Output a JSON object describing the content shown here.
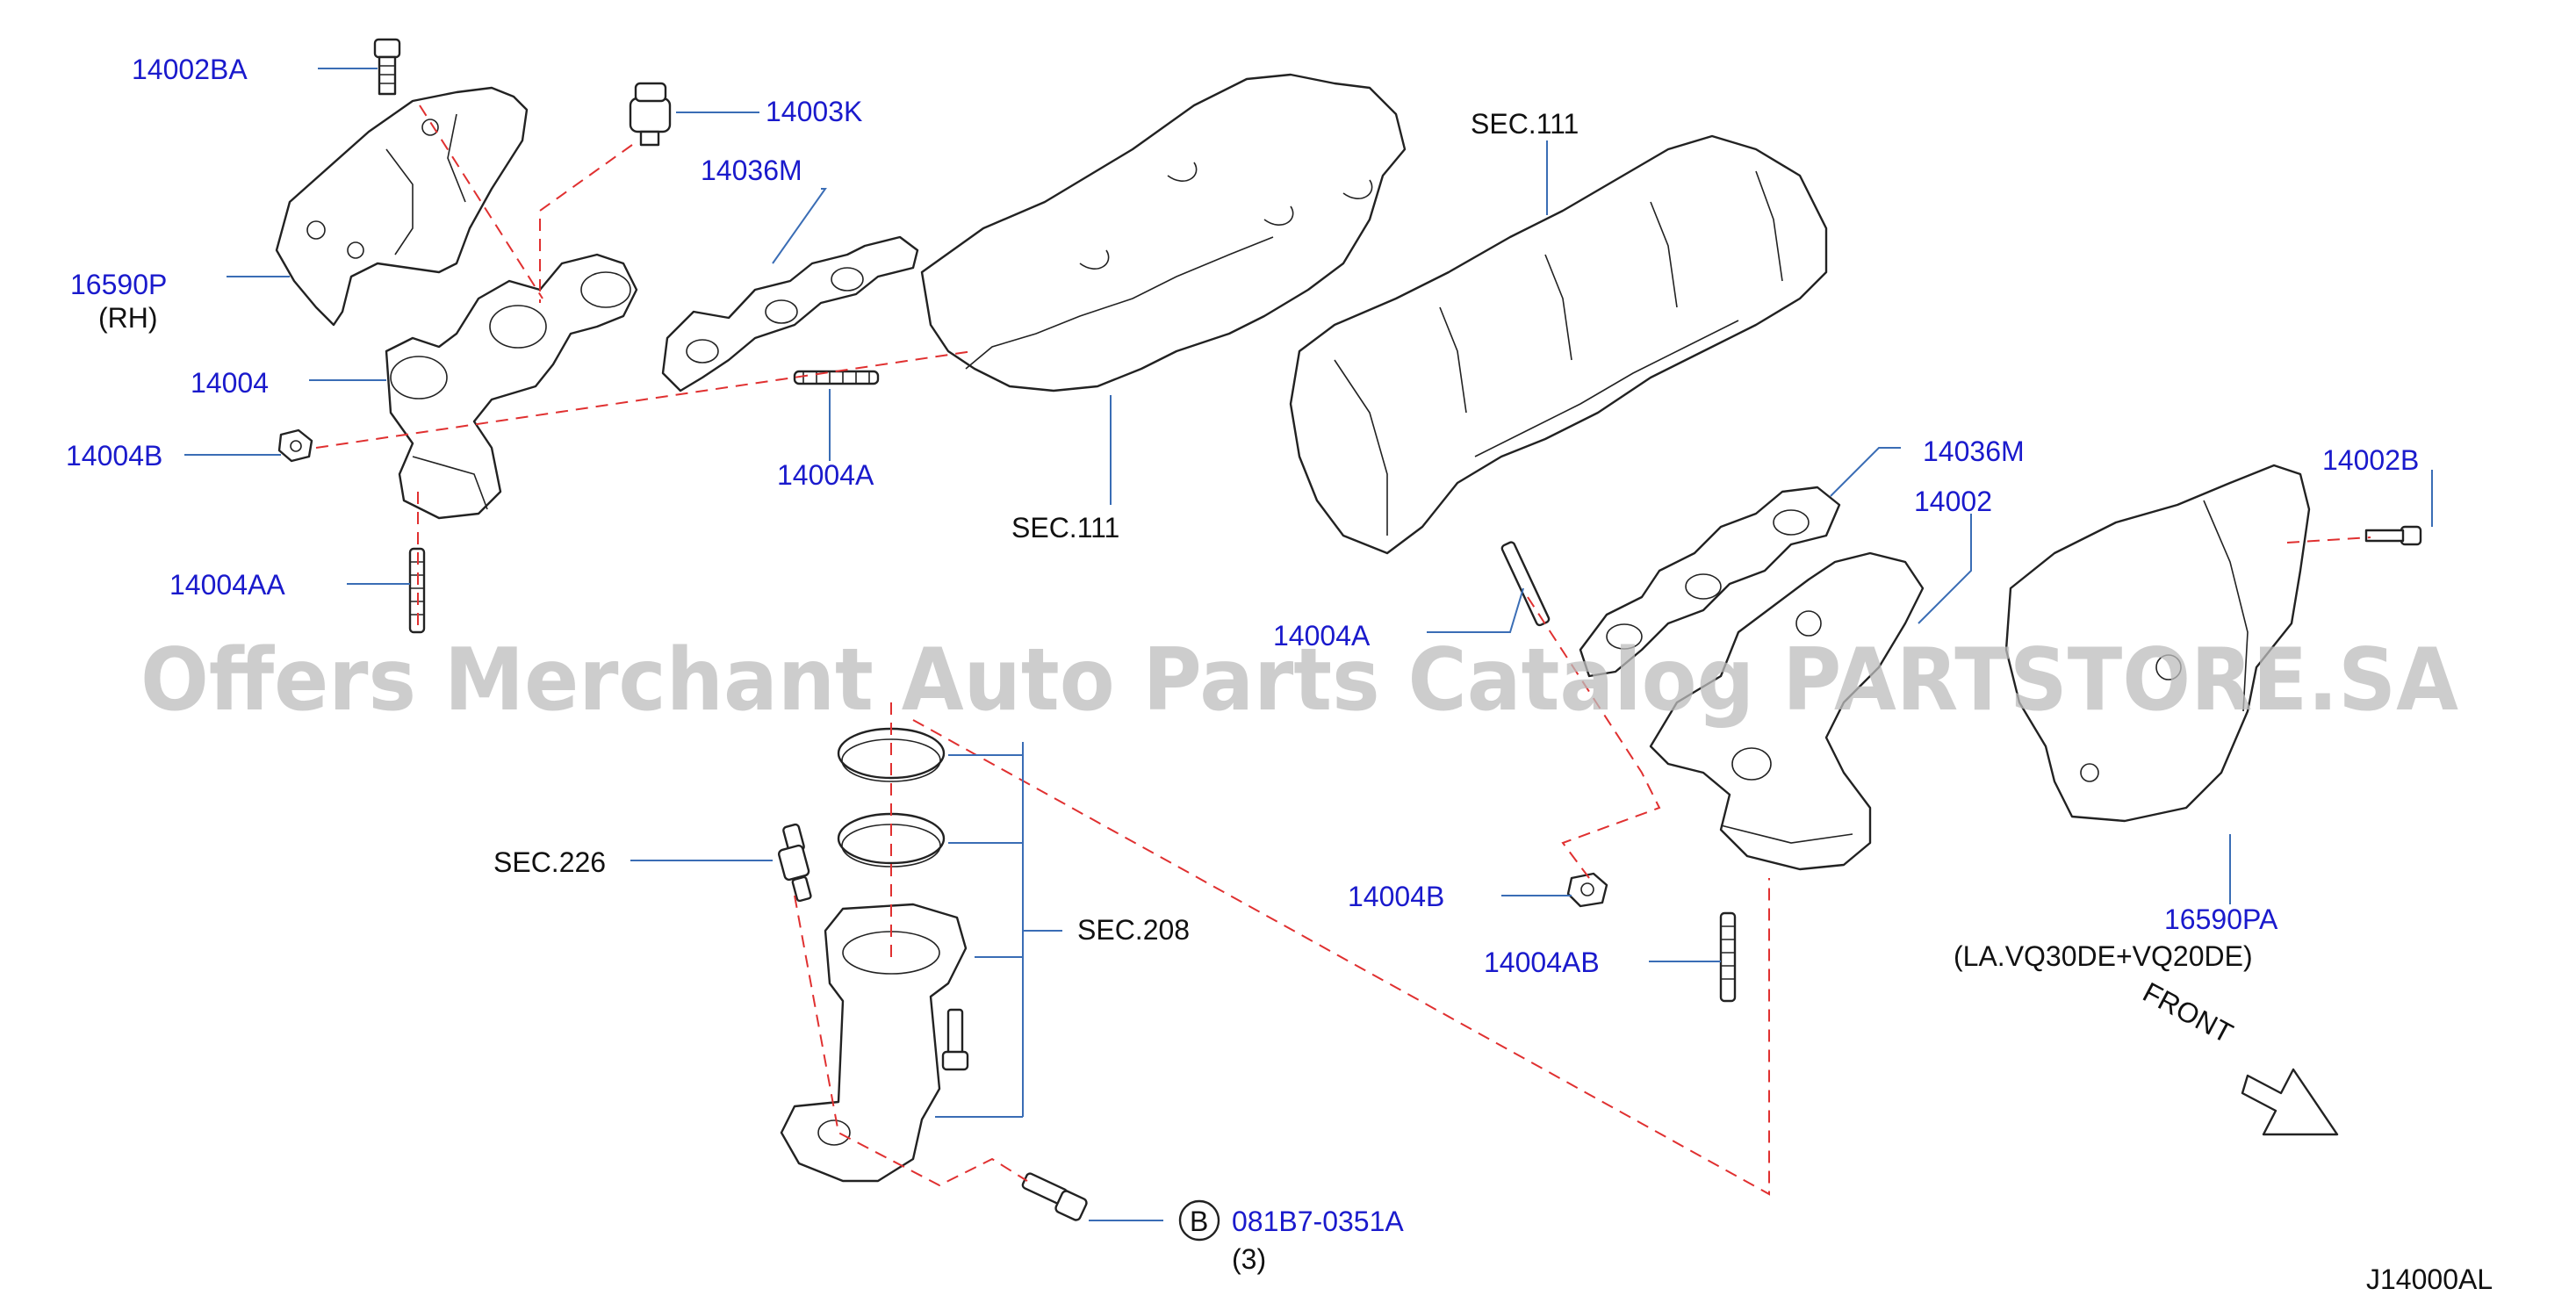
{
  "labels": {
    "p14002BA": "14002BA",
    "p14003K": "14003K",
    "p14036M_left": "14036M",
    "p16590P": "16590P",
    "p16590P_note": "(RH)",
    "p14004": "14004",
    "p14004B_left": "14004B",
    "p14004A_left": "14004A",
    "p14004AA": "14004AA",
    "sec111_top": "SEC.111",
    "sec111_mid": "SEC.111",
    "p14036M_right": "14036M",
    "p14002": "14002",
    "p14002B": "14002B",
    "p14004A_right": "14004A",
    "sec226": "SEC.226",
    "sec208": "SEC.208",
    "p14004B_right": "14004B",
    "p14004AB": "14004AB",
    "p16590PA": "16590PA",
    "p16590PA_note": "(LA.VQ30DE+VQ20DE)",
    "front": "FRONT",
    "bolt_symbol": "B",
    "bolt_part": "081B7-0351A",
    "bolt_qty": "(3)",
    "diagram_code": "J14000AL"
  },
  "watermark": "Offers Merchant Auto Parts Catalog PARTSTORE.SA",
  "colors": {
    "part_label": "#1a1acc",
    "leader": "#3a6db5",
    "dashed_line": "#e03030",
    "drawing": "#222222",
    "watermark": "#bdbdbd"
  }
}
